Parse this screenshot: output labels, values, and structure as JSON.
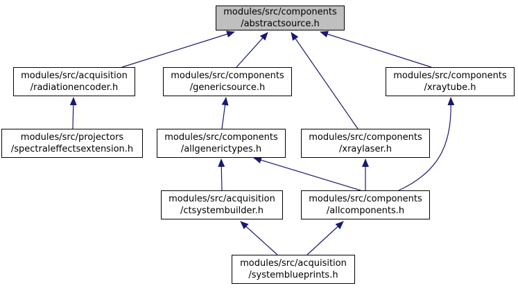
{
  "colors": {
    "edge": "#191970",
    "node_border": "#000000",
    "node_fill": "#ffffff",
    "root_fill": "#bfbfbf"
  },
  "nodes": {
    "abstractsource": {
      "line1": "modules/src/components",
      "line2": "/abstractsource.h"
    },
    "radiationencoder": {
      "line1": "modules/src/acquisition",
      "line2": "/radiationencoder.h"
    },
    "genericsource": {
      "line1": "modules/src/components",
      "line2": "/genericsource.h"
    },
    "xraytube": {
      "line1": "modules/src/components",
      "line2": "/xraytube.h"
    },
    "spectraleffectsextension": {
      "line1": "modules/src/projectors",
      "line2": "/spectraleffectsextension.h"
    },
    "allgenerictypes": {
      "line1": "modules/src/components",
      "line2": "/allgenerictypes.h"
    },
    "xraylaser": {
      "line1": "modules/src/components",
      "line2": "/xraylaser.h"
    },
    "ctsystembuilder": {
      "line1": "modules/src/acquisition",
      "line2": "/ctsystembuilder.h"
    },
    "allcomponents": {
      "line1": "modules/src/components",
      "line2": "/allcomponents.h"
    },
    "systemblueprints": {
      "line1": "modules/src/acquisition",
      "line2": "/systemblueprints.h"
    }
  },
  "edges": [
    {
      "from": "radiationencoder",
      "to": "abstractsource"
    },
    {
      "from": "genericsource",
      "to": "abstractsource"
    },
    {
      "from": "xraylaser",
      "to": "abstractsource"
    },
    {
      "from": "xraytube",
      "to": "abstractsource"
    },
    {
      "from": "spectraleffectsextension",
      "to": "radiationencoder"
    },
    {
      "from": "allgenerictypes",
      "to": "genericsource"
    },
    {
      "from": "ctsystembuilder",
      "to": "allgenerictypes"
    },
    {
      "from": "allcomponents",
      "to": "allgenerictypes"
    },
    {
      "from": "allcomponents",
      "to": "xraylaser"
    },
    {
      "from": "allcomponents",
      "to": "xraytube"
    },
    {
      "from": "systemblueprints",
      "to": "ctsystembuilder"
    },
    {
      "from": "systemblueprints",
      "to": "allcomponents"
    }
  ]
}
